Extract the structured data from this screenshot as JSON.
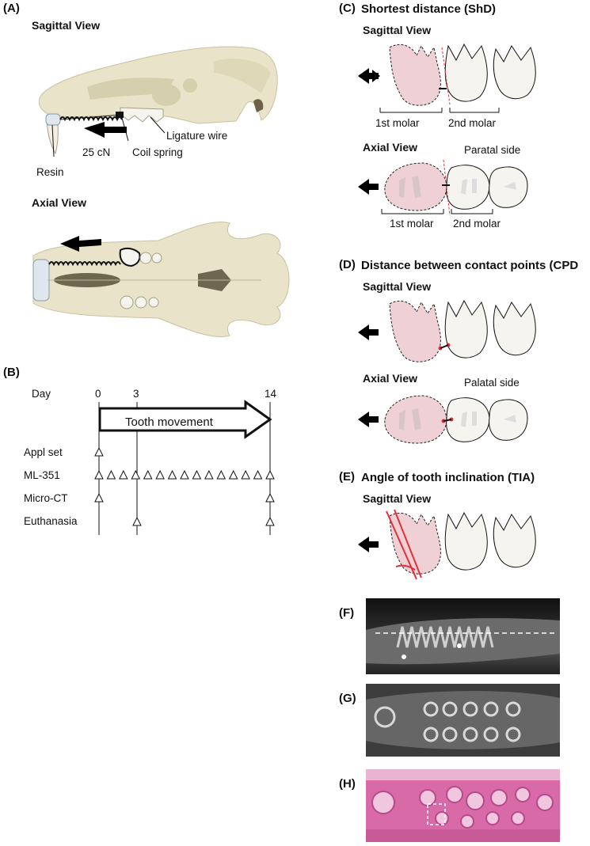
{
  "panel_a": {
    "label": "(A)",
    "sagittal_title": "Sagittal View",
    "axial_title": "Axial View",
    "labels": {
      "resin": "Resin",
      "force": "25 cN",
      "coil": "Coil spring",
      "ligature": "Ligature wire"
    }
  },
  "panel_b": {
    "label": "(B)",
    "day_label": "Day",
    "ticks": [
      "0",
      "3",
      "14"
    ],
    "bar_label": "Tooth movement",
    "rows": [
      "Appl set",
      "ML-351",
      "Micro-CT",
      "Euthanasia"
    ]
  },
  "panel_c": {
    "label": "(C)",
    "title": "Shortest distance (ShD)",
    "sagittal_title": "Sagittal View",
    "axial_title": "Axial View",
    "side_label": "Paratal side",
    "m1": "1st molar",
    "m2": "2nd molar"
  },
  "panel_d": {
    "label": "(D)",
    "title": "Distance between contact points (CPD",
    "sagittal_title": "Sagittal View",
    "axial_title": "Axial View",
    "side_label": "Palatal side"
  },
  "panel_e": {
    "label": "(E)",
    "title": "Angle of tooth inclination (TIA)",
    "sagittal_title": "Sagittal View"
  },
  "panel_f": {
    "label": "(F)"
  },
  "panel_g": {
    "label": "(G)"
  },
  "panel_h": {
    "label": "(H)"
  },
  "colors": {
    "bone": "#e9e4c9",
    "bone_dark": "#d6cfae",
    "tooth": "#f6f4ef",
    "moved_tooth": "#efd0d4",
    "accent_red": "#e0303a",
    "he_pink": "#d86aa8"
  }
}
